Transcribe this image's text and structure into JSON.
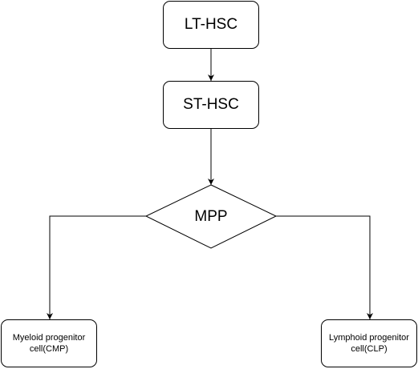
{
  "diagram": {
    "nodes": {
      "lt_hsc": "LT-HSC",
      "st_hsc": "ST-HSC",
      "mpp": "MPP",
      "cmp": "Myeloid progenitor cell(CMP)",
      "clp": "Lymphoid progenitor cell(CLP)"
    },
    "colors": {
      "stroke": "#000000",
      "fill": "#ffffff"
    }
  }
}
